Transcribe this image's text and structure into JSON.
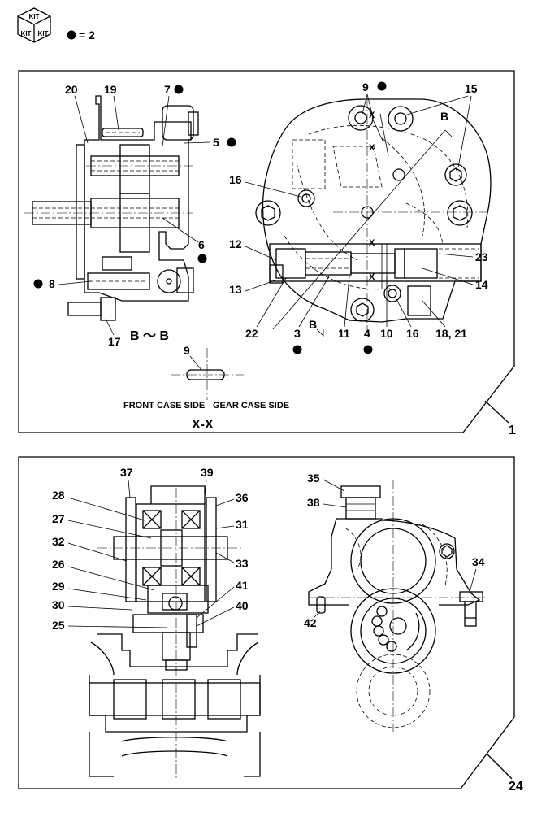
{
  "legend": {
    "kit_top": "KIT",
    "kit_left": "KIT",
    "kit_right": "KIT",
    "dot_note": "= 2"
  },
  "panel1": {
    "ref_number": "1",
    "view_bb_caption": "B ～ B",
    "view_xx_caption": "X-X",
    "xx_front_label": "FRONT CASE SIDE",
    "xx_gear_label": "GEAR CASE SIDE",
    "xx_part_label": "9",
    "section_marker_b": "B",
    "section_marker_x": "X",
    "labels_left": [
      "20",
      "19",
      "7",
      "5",
      "6",
      "8",
      "17"
    ],
    "labels_right": [
      "9",
      "15",
      "16",
      "12",
      "13",
      "22",
      "3",
      "11",
      "4",
      "10",
      "16",
      "18, 21",
      "14",
      "23"
    ]
  },
  "panel2": {
    "ref_number": "24",
    "labels_left": [
      "37",
      "39",
      "28",
      "36",
      "27",
      "31",
      "32",
      "33",
      "26",
      "41",
      "29",
      "40",
      "30",
      "25"
    ],
    "labels_right": [
      "35",
      "38",
      "34",
      "42"
    ]
  }
}
